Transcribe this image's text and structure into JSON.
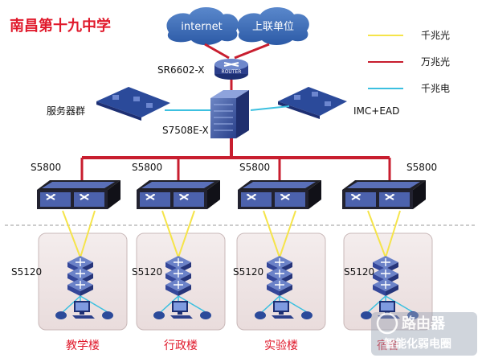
{
  "title": "南昌第十九中学",
  "clouds": [
    "internet",
    "上联单位"
  ],
  "core": {
    "router_label": "SR6602-X",
    "router_badge": "ROUTER",
    "core_switch_label": "S7508E-X",
    "server_label": "服务器群",
    "imc_label": "IMC+EAD"
  },
  "legend": [
    {
      "label": "千兆光",
      "color": "#f5e44a"
    },
    {
      "label": "万兆光",
      "color": "#c81e2f"
    },
    {
      "label": "千兆电",
      "color": "#3cc0e0"
    }
  ],
  "distribution": [
    "S5800",
    "S5800",
    "S5800",
    "S5800"
  ],
  "access": [
    "S5120",
    "S5120",
    "S5120",
    "S5120"
  ],
  "buildings": [
    "教学楼",
    "行政楼",
    "实验楼",
    "宿舍"
  ],
  "watermark": {
    "line1": "路由器",
    "line2": "智能化弱电圈"
  }
}
